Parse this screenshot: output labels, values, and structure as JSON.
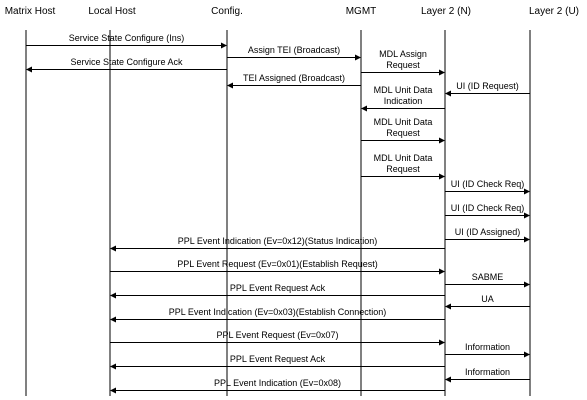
{
  "lifelines": [
    {
      "id": "matrix",
      "label": "Matrix Host"
    },
    {
      "id": "local",
      "label": "Local Host"
    },
    {
      "id": "config",
      "label": "Config."
    },
    {
      "id": "mgmt",
      "label": "MGMT"
    },
    {
      "id": "l2n",
      "label": "Layer 2 (N)"
    },
    {
      "id": "l2u",
      "label": "Layer 2 (U)"
    }
  ],
  "messages": [
    {
      "from": "matrix",
      "to": "config",
      "text": "Service State Configure (Ins)"
    },
    {
      "from": "config",
      "to": "mgmt",
      "text": "Assign TEI (Broadcast)"
    },
    {
      "from": "config",
      "to": "matrix",
      "text": "Service State Configure Ack"
    },
    {
      "from": "mgmt",
      "to": "l2n",
      "text": "MDL Assign\nRequest"
    },
    {
      "from": "mgmt",
      "to": "config",
      "text": "TEI Assigned (Broadcast)"
    },
    {
      "from": "l2u",
      "to": "l2n",
      "text": "UI (ID Request)"
    },
    {
      "from": "l2n",
      "to": "mgmt",
      "text": "MDL Unit Data\nIndication"
    },
    {
      "from": "mgmt",
      "to": "l2n",
      "text": "MDL Unit Data\nRequest"
    },
    {
      "from": "mgmt",
      "to": "l2n",
      "text": "MDL Unit Data\nRequest"
    },
    {
      "from": "l2n",
      "to": "l2u",
      "text": "UI (ID Check Req)"
    },
    {
      "from": "l2n",
      "to": "l2u",
      "text": "UI (ID Check Req)"
    },
    {
      "from": "l2n",
      "to": "l2u",
      "text": "UI (ID Assigned)"
    },
    {
      "from": "l2n",
      "to": "local",
      "text": "PPL Event Indication (Ev=0x12)(Status Indication)"
    },
    {
      "from": "local",
      "to": "l2n",
      "text": "PPL Event Request (Ev=0x01)(Establish Request)"
    },
    {
      "from": "l2n",
      "to": "l2u",
      "text": "SABME"
    },
    {
      "from": "l2n",
      "to": "local",
      "text": "PPL Event Request Ack"
    },
    {
      "from": "l2u",
      "to": "l2n",
      "text": "UA"
    },
    {
      "from": "l2n",
      "to": "local",
      "text": "PPL Event Indication (Ev=0x03)(Establish Connection)"
    },
    {
      "from": "local",
      "to": "l2n",
      "text": "PPL Event Request (Ev=0x07)"
    },
    {
      "from": "l2n",
      "to": "l2u",
      "text": "Information"
    },
    {
      "from": "l2n",
      "to": "local",
      "text": "PPL Event Request Ack"
    },
    {
      "from": "l2u",
      "to": "l2n",
      "text": "Information"
    },
    {
      "from": "l2n",
      "to": "local",
      "text": "PPL Event Indication (Ev=0x08)"
    }
  ]
}
